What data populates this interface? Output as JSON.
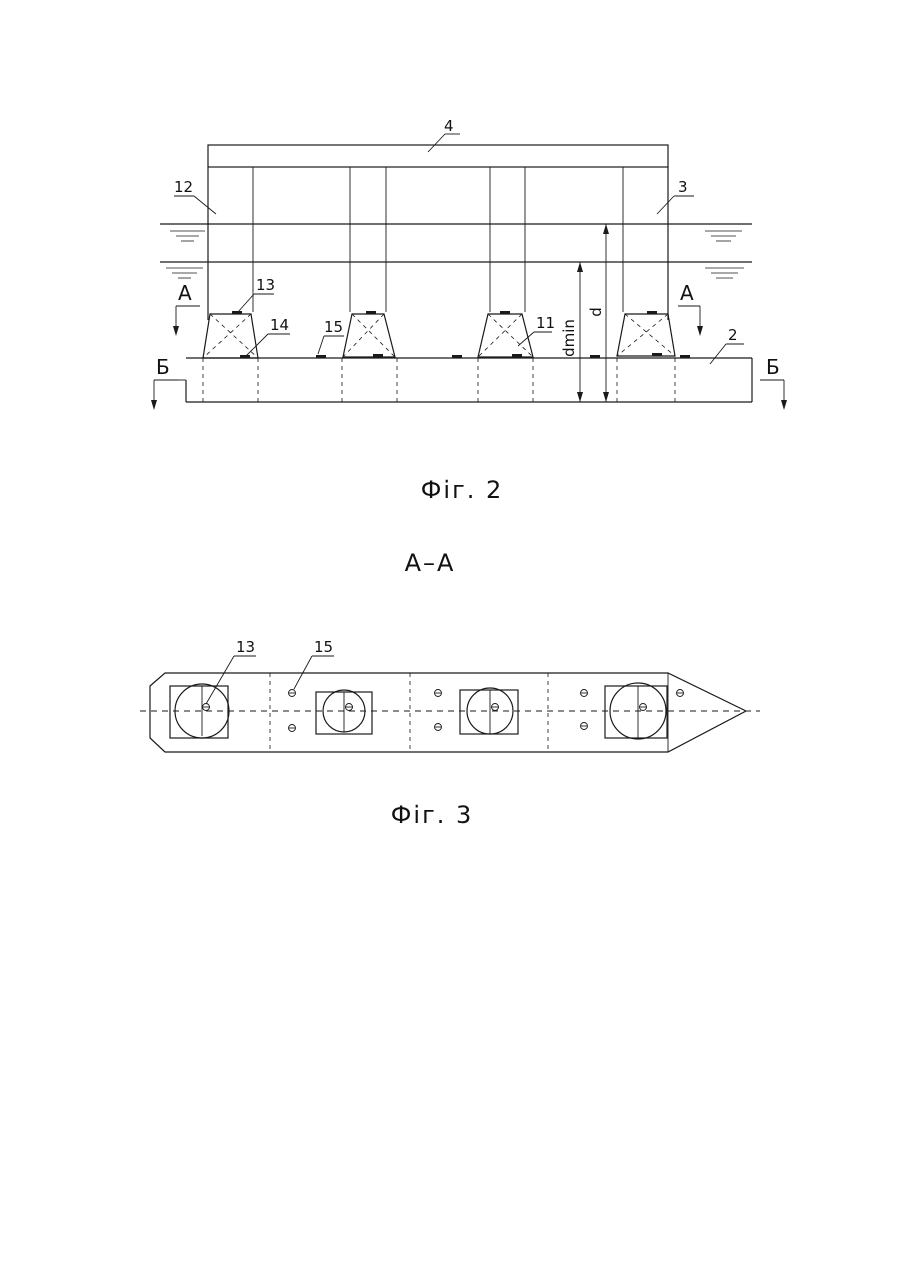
{
  "fig2": {
    "caption": "Фіг. 2",
    "callouts": {
      "c4": "4",
      "c12": "12",
      "c3": "3",
      "c13": "13",
      "c14": "14",
      "c15": "15",
      "c11": "11",
      "c2": "2"
    },
    "dims": {
      "dmin": "dmin",
      "d": "d"
    },
    "sections": {
      "a_left": "А",
      "a_right": "А",
      "b_left": "Б",
      "b_right": "Б"
    }
  },
  "section_title": "А–А",
  "fig3": {
    "caption": "Фіг. 3",
    "callouts": {
      "c13": "13",
      "c15": "15"
    }
  }
}
